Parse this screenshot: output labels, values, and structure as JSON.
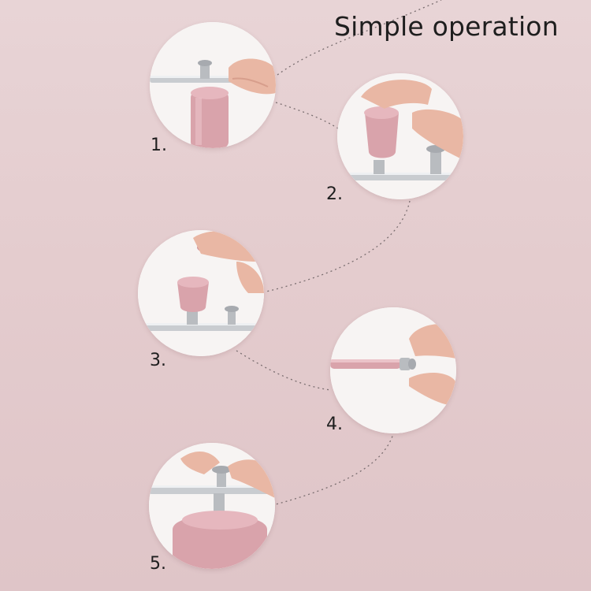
{
  "title": "Simple operation",
  "steps": [
    {
      "label": "1."
    },
    {
      "label": "2."
    },
    {
      "label": "3."
    },
    {
      "label": "4."
    },
    {
      "label": "5."
    }
  ],
  "colors": {
    "background": "#e6d0d2",
    "rose_gold": "#d9a3ab",
    "chrome": "#c9ccd0",
    "skin": "#e9b7a4",
    "dotted_line": "#7a6e70"
  }
}
